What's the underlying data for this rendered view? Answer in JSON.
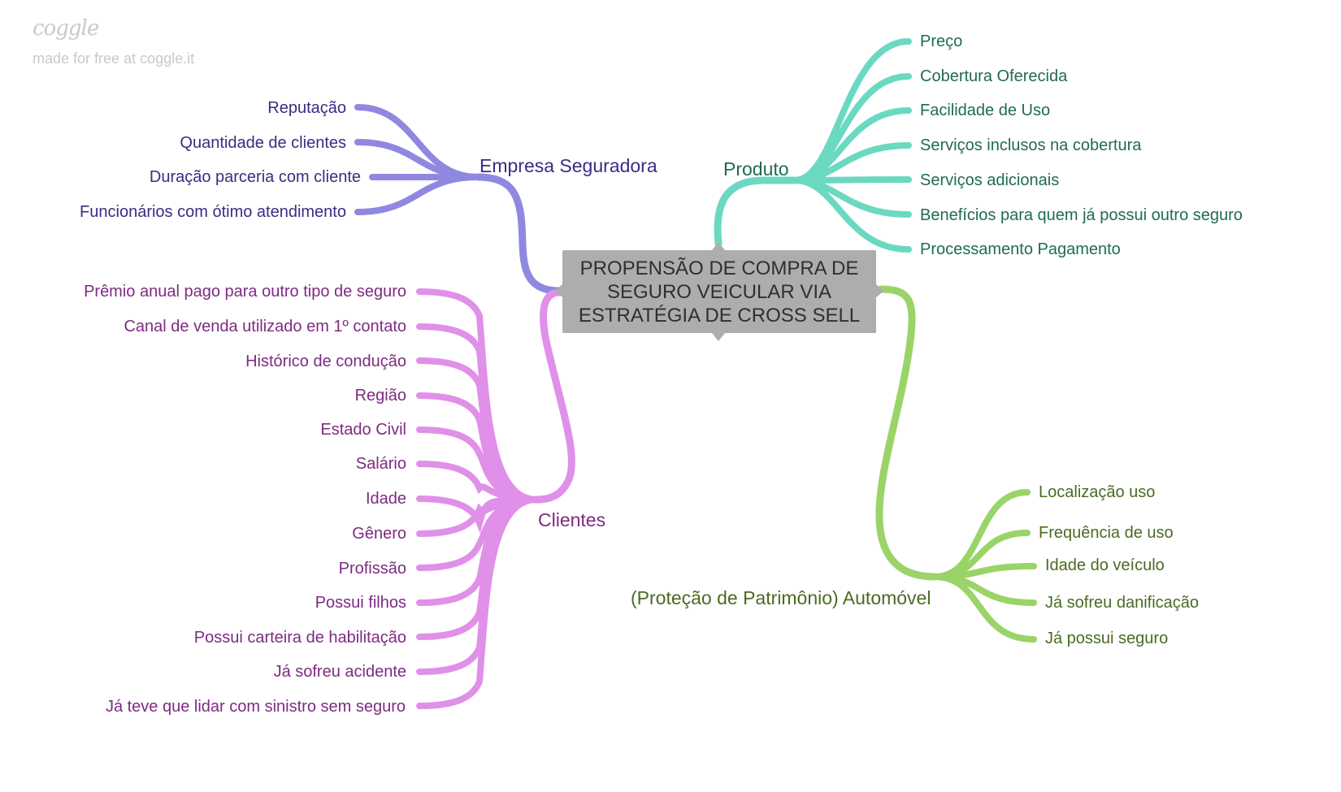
{
  "brand": {
    "logo": "coggle",
    "tagline": "made for free at coggle.it"
  },
  "central": {
    "lines": [
      "PROPENSÃO DE COMPRA DE",
      "SEGURO VEICULAR VIA",
      "ESTRATÉGIA DE CROSS SELL"
    ]
  },
  "colors": {
    "empresa": "#9088e0",
    "clientes": "#e090e8",
    "produto": "#6bd9c2",
    "auto": "#9ad468",
    "center_box": "#adadad"
  },
  "branches": {
    "empresa": {
      "label": "Empresa Seguradora",
      "children": [
        "Reputação",
        "Quantidade de clientes",
        "Duração parceria com cliente",
        "Funcionários com ótimo atendimento"
      ]
    },
    "clientes": {
      "label": "Clientes",
      "children": [
        "Prêmio anual pago para outro tipo de seguro",
        "Canal de venda utilizado em 1º contato",
        "Histórico de condução",
        "Região",
        "Estado Civil",
        "Salário",
        "Idade",
        "Gênero",
        "Profissão",
        "Possui filhos",
        "Possui carteira de habilitação",
        "Já sofreu acidente",
        "Já teve que lidar com sinistro sem seguro"
      ]
    },
    "produto": {
      "label": "Produto",
      "children": [
        "Preço",
        "Cobertura Oferecida",
        "Facilidade de Uso",
        "Serviços inclusos na cobertura",
        "Serviços adicionais",
        "Benefícios para quem já possui outro seguro",
        "Processamento Pagamento"
      ]
    },
    "auto": {
      "label": "(Proteção de Patrimônio) Automóvel",
      "children": [
        "Localização uso",
        "Frequência de uso",
        "Idade do veículo",
        "Já sofreu danificação",
        "Já possui seguro"
      ]
    }
  }
}
